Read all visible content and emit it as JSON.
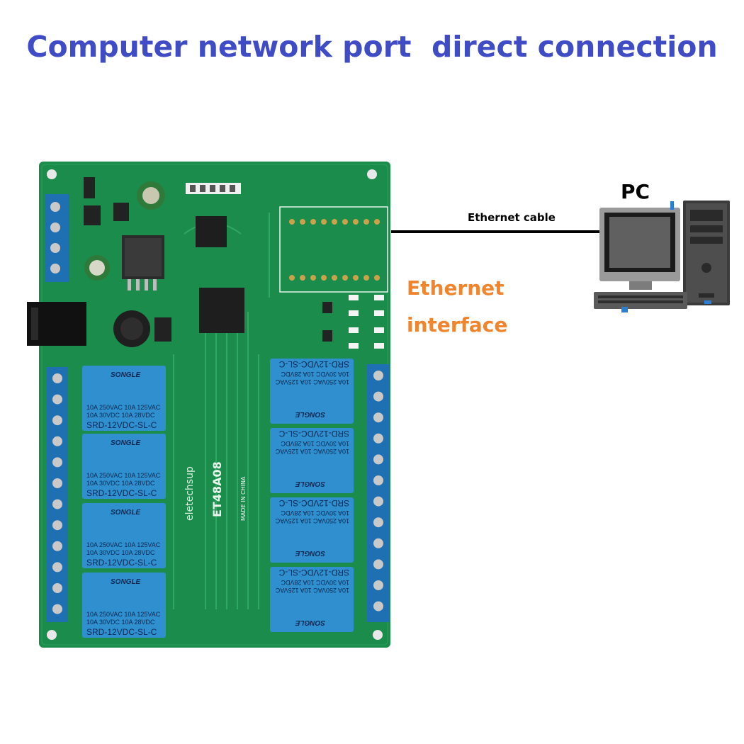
{
  "title": "Computer network port  direct connection",
  "colors": {
    "title": "#3f4cc6",
    "orange": "#f0852d",
    "board": "#1c8c4d",
    "relay": "#2f8fcf",
    "terminal": "#1f6fb3",
    "cable": "#000000"
  },
  "labels": {
    "ethernet_cable": "Ethernet cable",
    "pc": "PC",
    "ethernet_interface_line1": "Ethernet",
    "ethernet_interface_line2": "interface"
  },
  "board": {
    "brand": "eletechsup",
    "model": "ET48A08",
    "origin": "MADE IN CHINA",
    "relay": {
      "maker": "SONGLE",
      "rating_line1": "10A 250VAC  10A 125VAC",
      "rating_line2": "10A  30VDC  10A  28VDC",
      "part": "SRD-12VDC-SL-C"
    }
  }
}
